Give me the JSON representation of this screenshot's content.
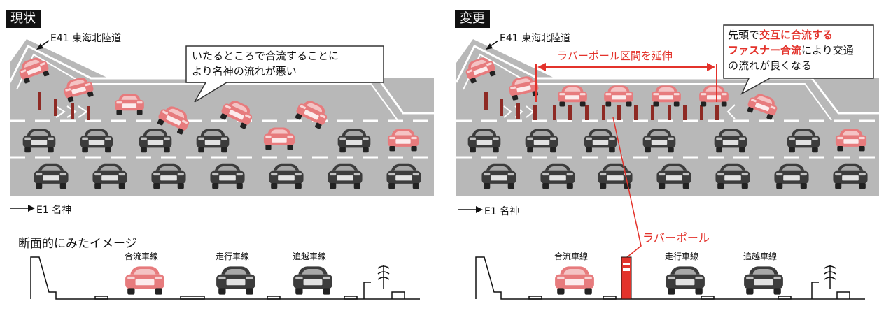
{
  "left_panel": {
    "label": "現状",
    "merge_road": "E41 東海北陸道",
    "main_road": "E1 名神",
    "bubble_line1": "いたるところで合流することに",
    "bubble_line2": "より名神の流れが悪い"
  },
  "right_panel": {
    "label": "変更",
    "merge_road": "E41 東海北陸道",
    "main_road": "E1 名神",
    "extend_label": "ラバーポール区間を延伸",
    "bubble_pre": "先頭で",
    "bubble_hl1": "交互に合流する",
    "bubble_hl2": "ファスナー合流",
    "bubble_post1": "により交通",
    "bubble_post2": "の流れが良くなる",
    "pole_label": "ラバーポール"
  },
  "cross_section": {
    "title": "断面的にみたイメージ",
    "lane_merge": "合流車線",
    "lane_travel": "走行車線",
    "lane_passing": "追越車線"
  },
  "colors": {
    "road": "#b8b8b8",
    "car_pink": "#e77b7d",
    "car_dark": "#3c3c3c",
    "pole_red": "#e3322b",
    "pole_brown": "#8e2a24"
  }
}
